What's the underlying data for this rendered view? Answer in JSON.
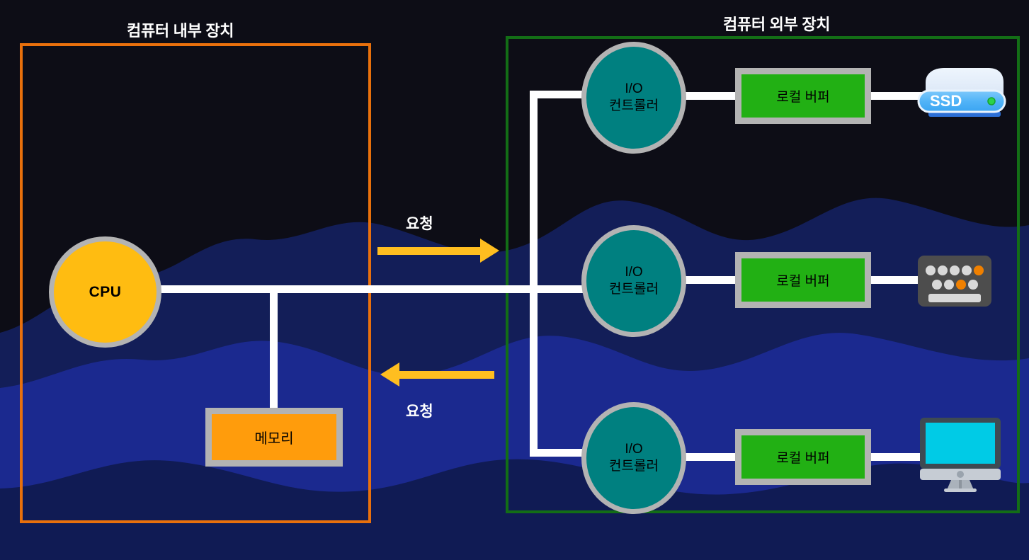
{
  "diagram": {
    "title_internal": "컴퓨터 내부 장치",
    "title_external": "컴퓨터 외부 장치",
    "colors": {
      "frame_internal": "#e8700c",
      "frame_external": "#136e16",
      "cpu": "#ffbc11",
      "memory": "#ff9c0c",
      "io_controller": "#008080",
      "local_buffer": "#22b014",
      "node_border": "#b3b3b3",
      "wire": "#ffffff",
      "arrow": "#ffbe20",
      "background": "#0d0d16",
      "wave": "#1a2a8c"
    }
  },
  "internal": {
    "cpu": {
      "label": "CPU"
    },
    "memory": {
      "label": "메모리"
    }
  },
  "arrows": {
    "top": {
      "label": "요청",
      "direction": "right"
    },
    "bottom": {
      "label": "요청",
      "direction": "left"
    }
  },
  "external": {
    "rows": [
      {
        "controller": {
          "line1": "I/O",
          "line2": "컨트롤러"
        },
        "buffer": {
          "label": "로컬 버퍼"
        },
        "device": {
          "name": "ssd-drive-icon",
          "label": "SSD"
        }
      },
      {
        "controller": {
          "line1": "I/O",
          "line2": "컨트롤러"
        },
        "buffer": {
          "label": "로컬 버퍼"
        },
        "device": {
          "name": "keyboard-icon",
          "label": ""
        }
      },
      {
        "controller": {
          "line1": "I/O",
          "line2": "컨트롤러"
        },
        "buffer": {
          "label": "로컬 버퍼"
        },
        "device": {
          "name": "monitor-icon",
          "label": ""
        }
      }
    ]
  }
}
